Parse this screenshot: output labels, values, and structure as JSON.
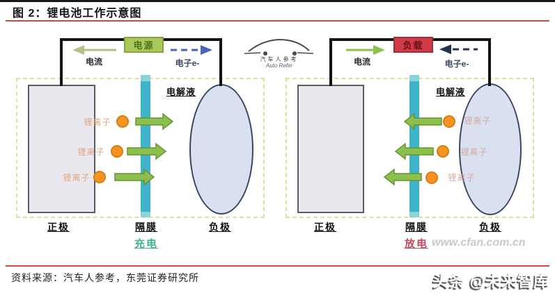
{
  "figure": {
    "title": "图 2：锂电池工作示意图",
    "source": "资料来源：汽车人参考，东莞证券研究所",
    "brand_watermark": "头条 @未来智库",
    "site_watermark": "www.cfan.com.cn"
  },
  "logo": {
    "title": "汽车人参考",
    "subtitle": "Auto Refer"
  },
  "colors": {
    "rule_red": "#cf4a45",
    "power_box_green": "#a9c85c",
    "load_box_red": "#ce3c48",
    "separator_teal": "#3fb3ca",
    "ion_orange": "#f79421",
    "arrow_green": "#8cbf4e",
    "current_arrow_olive": "#b9bd8a",
    "electron_arrow_blue": "#4b64b5",
    "electron_arrow_navy": "#25334d",
    "electrolyte_ellipse_fill": "#d9e1f1",
    "charge_green": "#3db489",
    "discharge_red": "#c2495b"
  },
  "panels": [
    {
      "mode": "charge",
      "component_label": "电源",
      "current_label": "电流",
      "electron_label": "电子e-",
      "electrolyte_label": "电解液",
      "ion_label": "锂离子",
      "positive_label": "正极",
      "separator_label": "隔膜",
      "negative_label": "负极",
      "mode_label": "充电"
    },
    {
      "mode": "discharge",
      "component_label": "负载",
      "current_label": "电流",
      "electron_label": "电子e-",
      "electrolyte_label": "电解液",
      "ion_label": "锂离子",
      "positive_label": "正极",
      "separator_label": "隔膜",
      "negative_label": "负极",
      "mode_label": "放电"
    }
  ]
}
